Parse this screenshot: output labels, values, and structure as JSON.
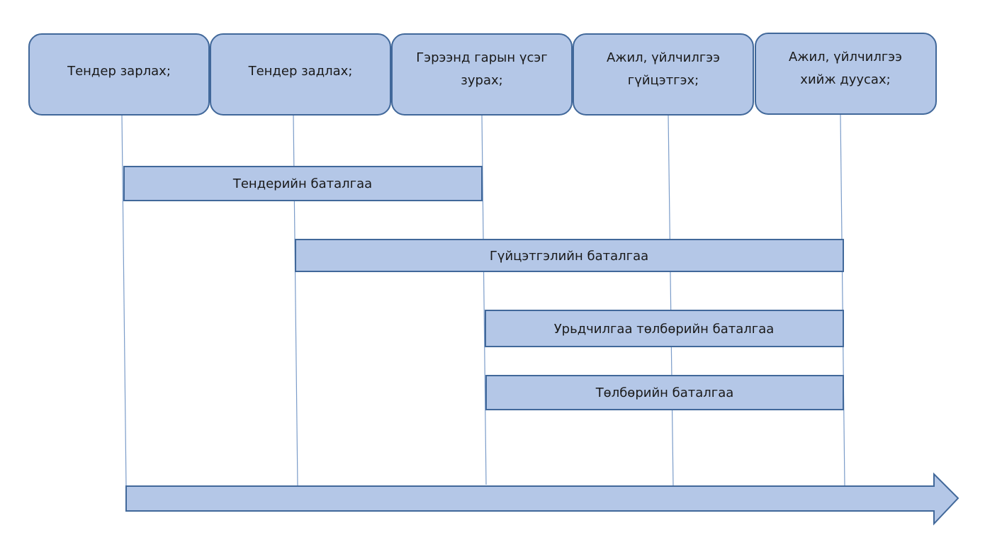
{
  "colors": {
    "fill": "#b4c7e7",
    "stroke": "#41689a",
    "line": "#7b9cc9"
  },
  "stages": [
    {
      "lines": [
        "Тендер зарлах;"
      ]
    },
    {
      "lines": [
        "Тендер задлах;"
      ]
    },
    {
      "lines": [
        "Гэрээнд гарын үсэг",
        "зурах;"
      ]
    },
    {
      "lines": [
        "Ажил, үйлчилгээ",
        "гүйцэтгэх;"
      ]
    },
    {
      "lines": [
        "Ажил, үйлчилгээ",
        "хийж дуусах;"
      ]
    }
  ],
  "guarantees": [
    {
      "label": "Тендерийн баталгаа",
      "from_stage": 1,
      "to_stage": 3
    },
    {
      "label": "Гүйцэтгэлийн баталгаа",
      "from_stage": 2,
      "to_stage": 5
    },
    {
      "label": "Урьдчилгаа төлбөрийн баталгаа",
      "from_stage": 3,
      "to_stage": 5
    },
    {
      "label": "Төлбөрийн баталгаа",
      "from_stage": 3,
      "to_stage": 5
    }
  ]
}
